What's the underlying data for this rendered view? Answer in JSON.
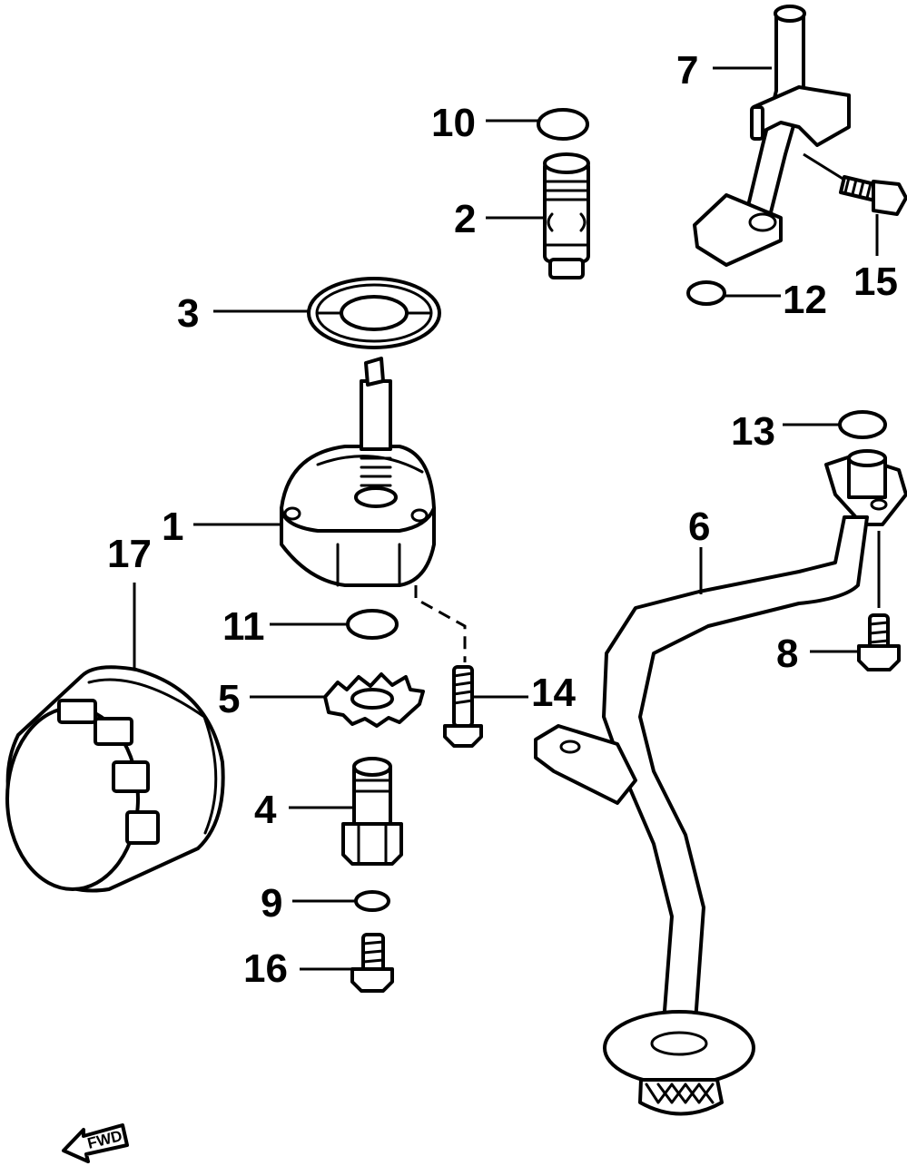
{
  "labels": {
    "p1": "1",
    "p2": "2",
    "p3": "3",
    "p4": "4",
    "p5": "5",
    "p6": "6",
    "p7": "7",
    "p8": "8",
    "p9": "9",
    "p10": "10",
    "p11": "11",
    "p12": "12",
    "p13": "13",
    "p14": "14",
    "p15": "15",
    "p16": "16",
    "p17": "17"
  },
  "fwd_arrow": "FWD"
}
